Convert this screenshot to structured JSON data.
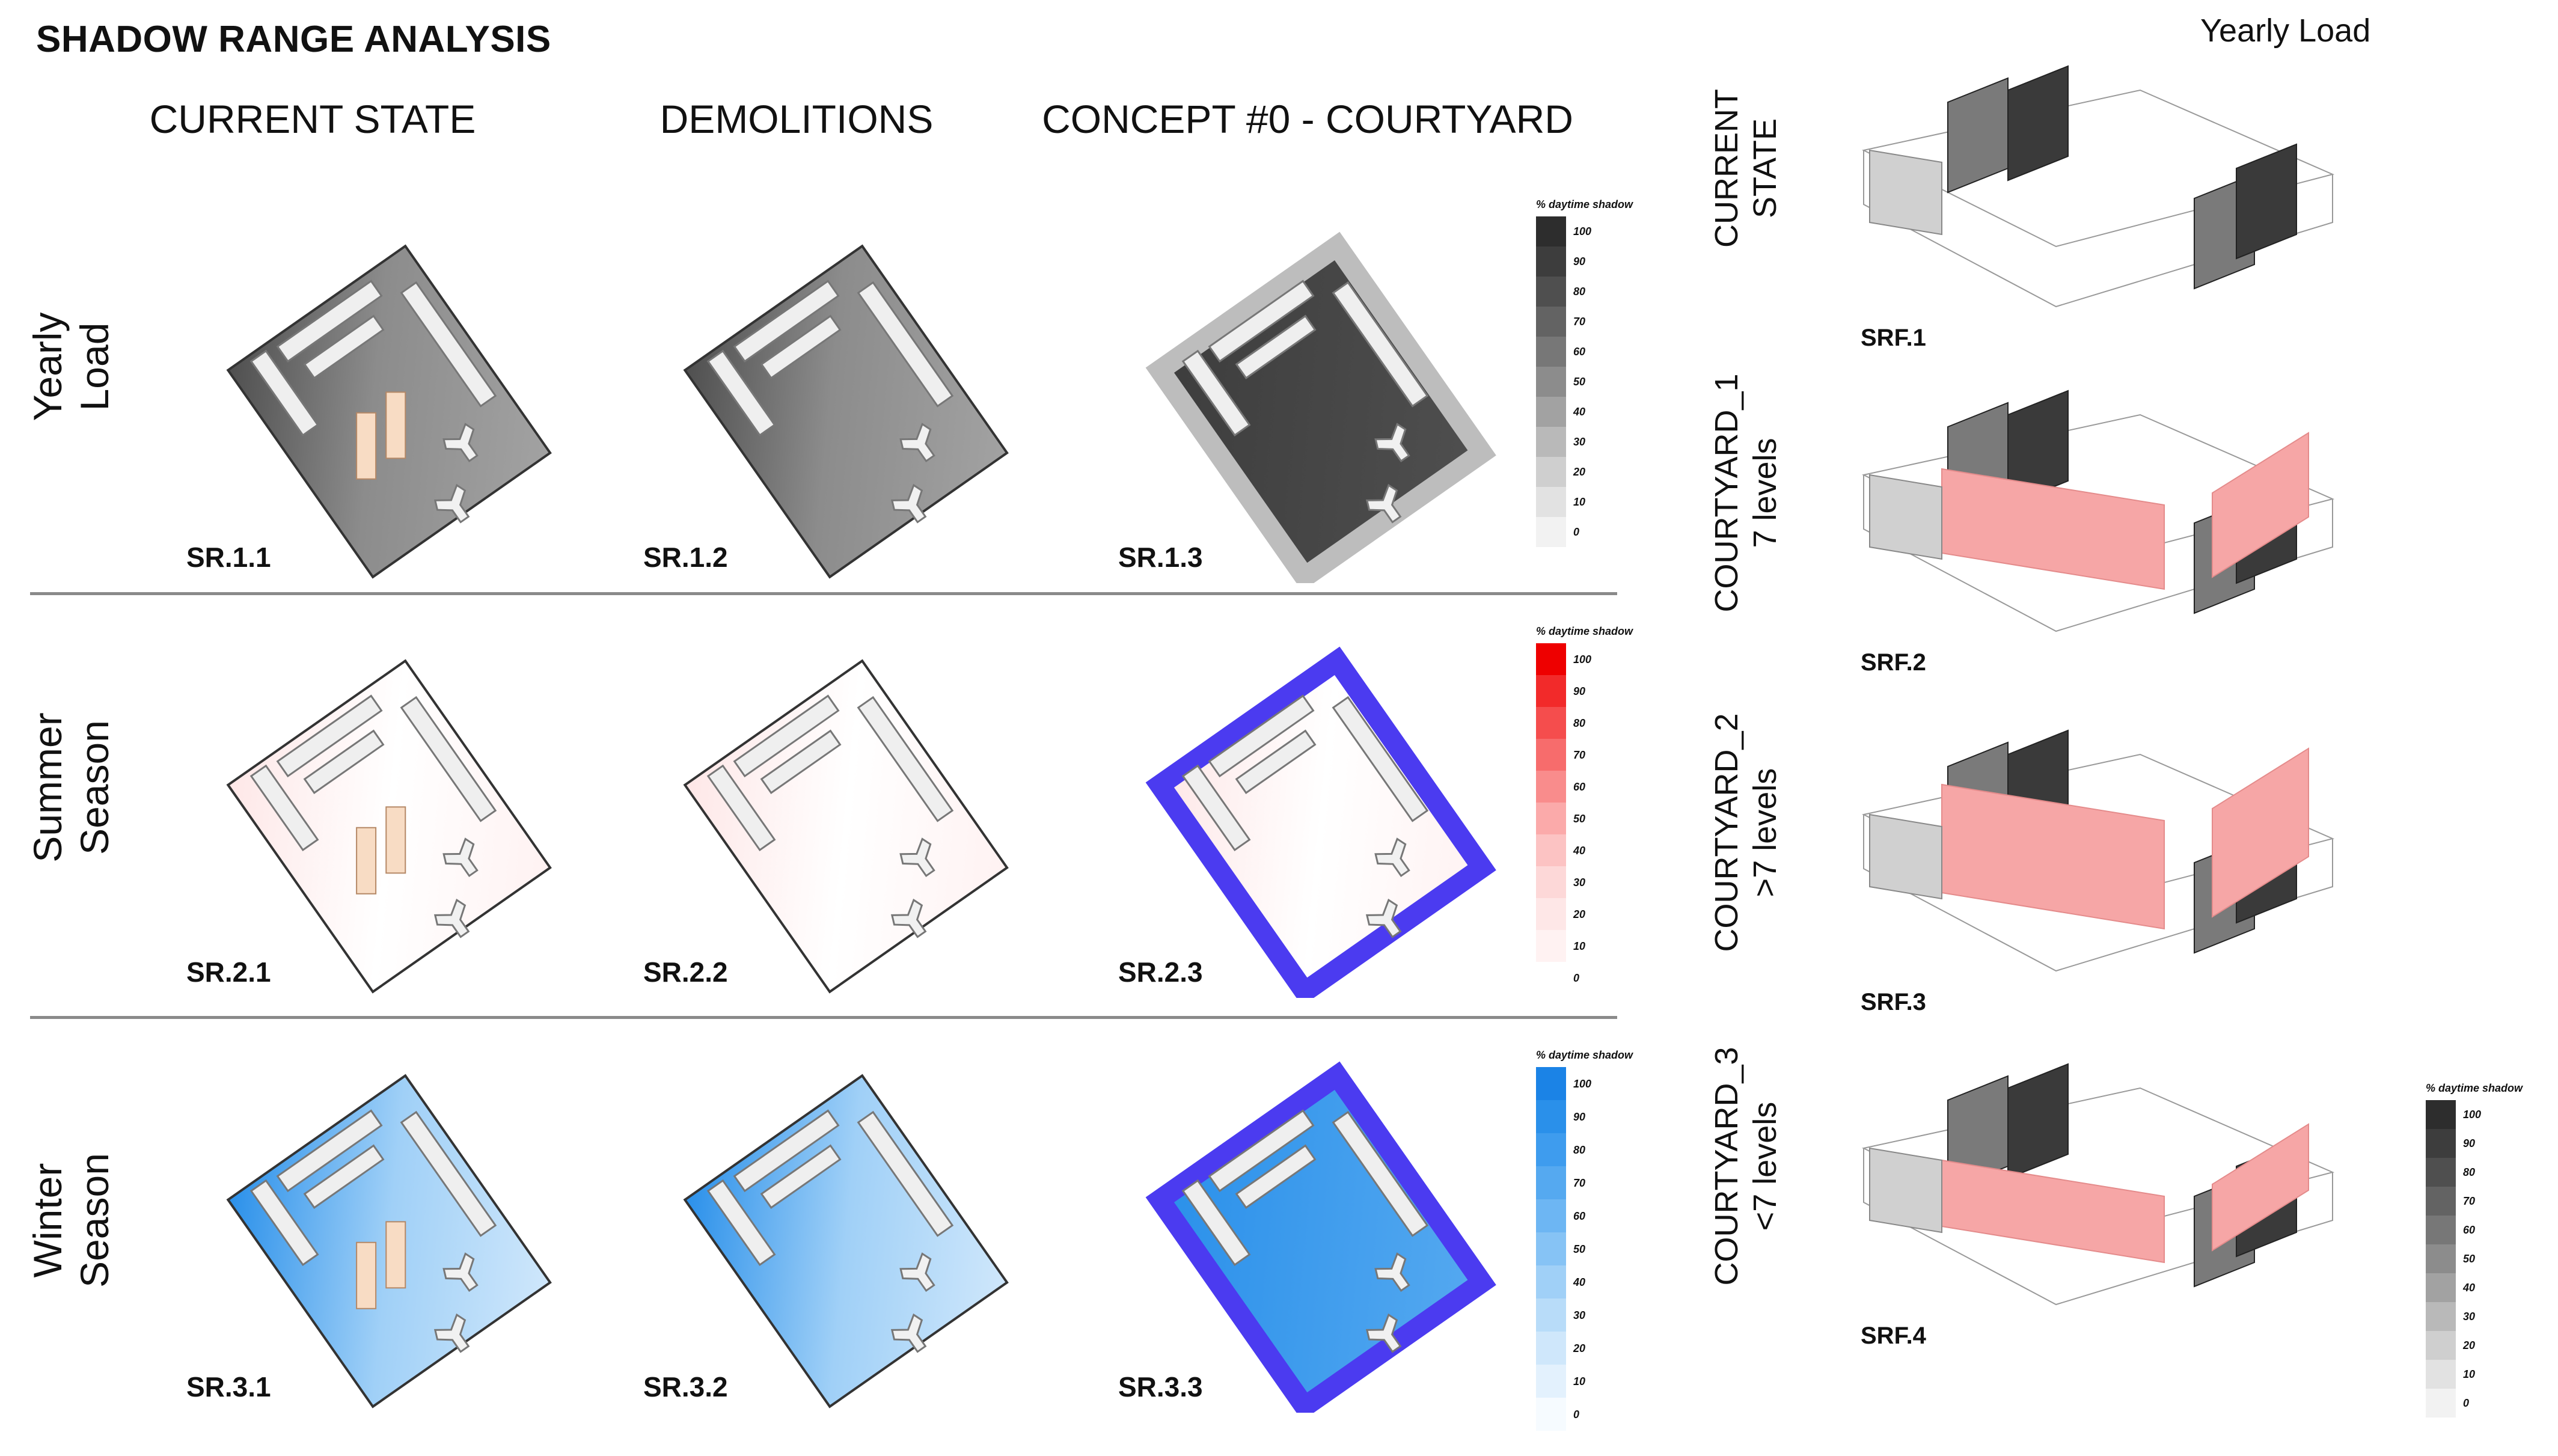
{
  "title": "SHADOW RANGE ANALYSIS",
  "columns": [
    "CURRENT STATE",
    "DEMOLITIONS",
    "CONCEPT #0 - COURTYARD"
  ],
  "rows": [
    {
      "label_line1": "Yearly",
      "label_line2": "Load",
      "scheme": "grey"
    },
    {
      "label_line1": "Summer",
      "label_line2": "Season",
      "scheme": "red"
    },
    {
      "label_line1": "Winter",
      "label_line2": "Season",
      "scheme": "blue"
    }
  ],
  "plans": [
    [
      "SR.1.1",
      "SR.1.2",
      "SR.1.3"
    ],
    [
      "SR.2.1",
      "SR.2.2",
      "SR.2.3"
    ],
    [
      "SR.3.1",
      "SR.3.2",
      "SR.3.3"
    ]
  ],
  "legend": {
    "title": "% daytime shadow",
    "ticks": [
      "100",
      "90",
      "80",
      "70",
      "60",
      "50",
      "40",
      "30",
      "20",
      "10",
      "0"
    ]
  },
  "colors": {
    "grey": [
      "#2d2d2d",
      "#3d3d3d",
      "#4f4f4f",
      "#636363",
      "#777777",
      "#8c8c8c",
      "#a2a2a2",
      "#b9b9b9",
      "#cfcfcf",
      "#e2e2e2",
      "#f2f2f2"
    ],
    "red": [
      "#ee0000",
      "#f22a2a",
      "#f54d4d",
      "#f76c6c",
      "#f98c8c",
      "#fbaaaa",
      "#fcc3c3",
      "#fdd8d8",
      "#fee7e7",
      "#fff2f2",
      "#ffffff"
    ],
    "blue": [
      "#1b83e6",
      "#2a90ea",
      "#3e9cee",
      "#55a9f0",
      "#6db6f3",
      "#86c3f5",
      "#a0d0f7",
      "#b8dcf9",
      "#cfe7fb",
      "#e3f1fd",
      "#f6fbff"
    ],
    "courtyard_highlight": "#4b3bf0",
    "proposed_massing": "#f6a6a6",
    "existing_massing": "#d0d0d0"
  },
  "right_panel": {
    "title": "Yearly Load",
    "scenarios": [
      {
        "line1": "CURRENT",
        "line2": "STATE",
        "label": "SRF.1"
      },
      {
        "line1": "COURTYARD_1",
        "line2": "7 levels",
        "label": "SRF.2"
      },
      {
        "line1": "COURTYARD_2",
        "line2": ">7 levels",
        "label": "SRF.3"
      },
      {
        "line1": "COURTYARD_3",
        "line2": "<7 levels",
        "label": "SRF.4"
      }
    ]
  }
}
